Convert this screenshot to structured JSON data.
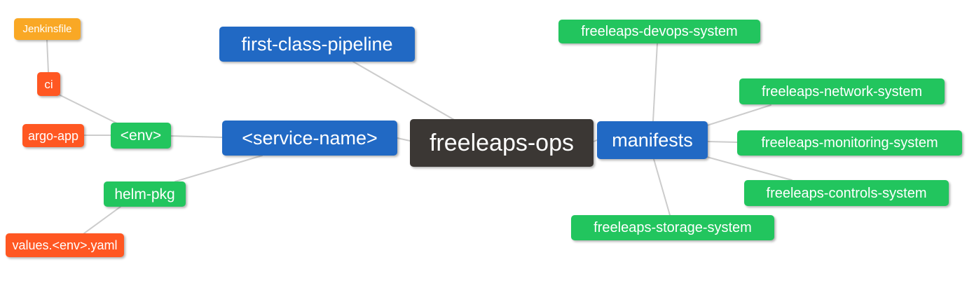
{
  "colors": {
    "blue": "#2169c4",
    "green": "#22c55e",
    "dark": "#3b3734",
    "red_orange": "#ff5722",
    "amber": "#f9a825",
    "edge": "#cccccc",
    "background": "#ffffff",
    "node_text": "#ffffff"
  },
  "nodes": {
    "jenkinsfile": {
      "label": "Jenkinsfile",
      "color": "#f9a825"
    },
    "ci": {
      "label": "ci",
      "color": "#ff5722"
    },
    "argo_app": {
      "label": "argo-app",
      "color": "#ff5722"
    },
    "env": {
      "label": "<env>",
      "color": "#22c55e"
    },
    "helm_pkg": {
      "label": "helm-pkg",
      "color": "#22c55e"
    },
    "values_yaml": {
      "label": "values.<env>.yaml",
      "color": "#ff5722"
    },
    "first_class_pipeline": {
      "label": "first-class-pipeline",
      "color": "#2169c4"
    },
    "service_name": {
      "label": "<service-name>",
      "color": "#2169c4"
    },
    "freeleaps_ops": {
      "label": "freeleaps-ops",
      "color": "#3b3734"
    },
    "manifests": {
      "label": "manifests",
      "color": "#2169c4"
    },
    "devops_system": {
      "label": "freeleaps-devops-system",
      "color": "#22c55e"
    },
    "network_system": {
      "label": "freeleaps-network-system",
      "color": "#22c55e"
    },
    "monitoring_system": {
      "label": "freeleaps-monitoring-system",
      "color": "#22c55e"
    },
    "controls_system": {
      "label": "freeleaps-controls-system",
      "color": "#22c55e"
    },
    "storage_system": {
      "label": "freeleaps-storage-system",
      "color": "#22c55e"
    }
  },
  "edges": [
    {
      "from": "jenkinsfile",
      "to": "ci"
    },
    {
      "from": "ci",
      "to": "env"
    },
    {
      "from": "argo_app",
      "to": "env"
    },
    {
      "from": "env",
      "to": "service_name"
    },
    {
      "from": "service_name",
      "to": "helm_pkg"
    },
    {
      "from": "helm_pkg",
      "to": "values_yaml"
    },
    {
      "from": "service_name",
      "to": "freeleaps_ops"
    },
    {
      "from": "first_class_pipeline",
      "to": "freeleaps_ops"
    },
    {
      "from": "freeleaps_ops",
      "to": "manifests"
    },
    {
      "from": "manifests",
      "to": "devops_system"
    },
    {
      "from": "manifests",
      "to": "network_system"
    },
    {
      "from": "manifests",
      "to": "monitoring_system"
    },
    {
      "from": "manifests",
      "to": "controls_system"
    },
    {
      "from": "manifests",
      "to": "storage_system"
    }
  ]
}
